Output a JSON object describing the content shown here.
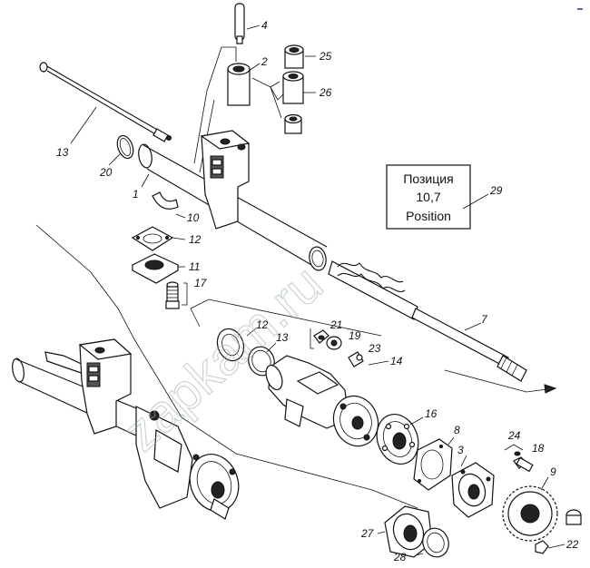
{
  "labels": {
    "p1": "1",
    "p2": "2",
    "p3": "3",
    "p4": "4",
    "p7": "7",
    "p8": "8",
    "p9": "9",
    "p10": "10",
    "p11": "11",
    "p12a": "12",
    "p12b": "12",
    "p13a": "13",
    "p13b": "13",
    "p14": "14",
    "p16": "16",
    "p17": "17",
    "p18": "18",
    "p19": "19",
    "p20": "20",
    "p21": "21",
    "p22": "22",
    "p23": "23",
    "p24": "24",
    "p25": "25",
    "p26": "26",
    "p27": "27",
    "p28": "28",
    "p29": "29"
  },
  "callout_box": {
    "line1": "Позиция",
    "line2": "10,7",
    "line3": "Position"
  },
  "watermark": "zapkam.ru"
}
